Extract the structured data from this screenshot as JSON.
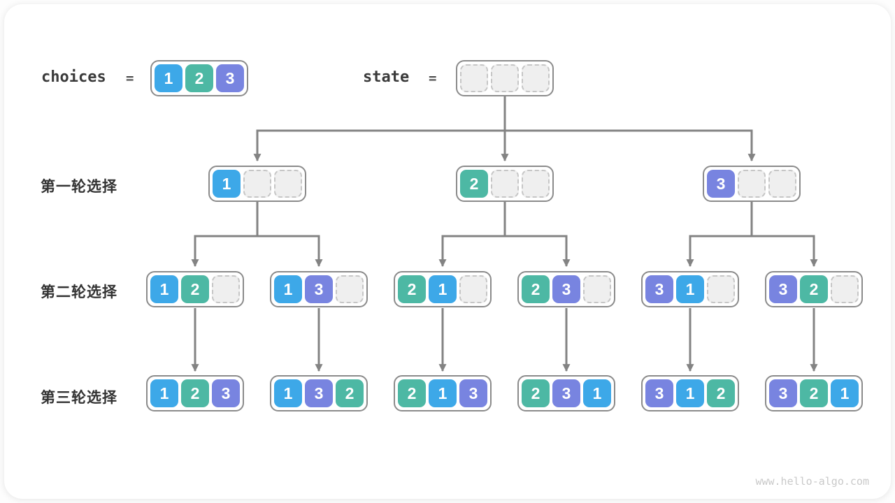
{
  "page": {
    "watermark": "www.hello-algo.com"
  },
  "colors": {
    "c1": "#3da8e8",
    "c2": "#4db8a4",
    "c3": "#7884e0"
  },
  "legend": {
    "choices_label": "choices",
    "choices_equals": "=",
    "choices_cells": [
      1,
      2,
      3
    ],
    "state_label": "state",
    "state_equals": "=",
    "state_cells": [
      null,
      null,
      null
    ]
  },
  "rows": [
    {
      "label": "第一轮选择",
      "nodes": [
        [
          1,
          null,
          null
        ],
        [
          2,
          null,
          null
        ],
        [
          3,
          null,
          null
        ]
      ]
    },
    {
      "label": "第二轮选择",
      "nodes": [
        [
          1,
          2,
          null
        ],
        [
          1,
          3,
          null
        ],
        [
          2,
          1,
          null
        ],
        [
          2,
          3,
          null
        ],
        [
          3,
          1,
          null
        ],
        [
          3,
          2,
          null
        ]
      ]
    },
    {
      "label": "第三轮选择",
      "nodes": [
        [
          1,
          2,
          3
        ],
        [
          1,
          3,
          2
        ],
        [
          2,
          1,
          3
        ],
        [
          2,
          3,
          1
        ],
        [
          3,
          1,
          2
        ],
        [
          3,
          2,
          1
        ]
      ]
    }
  ]
}
